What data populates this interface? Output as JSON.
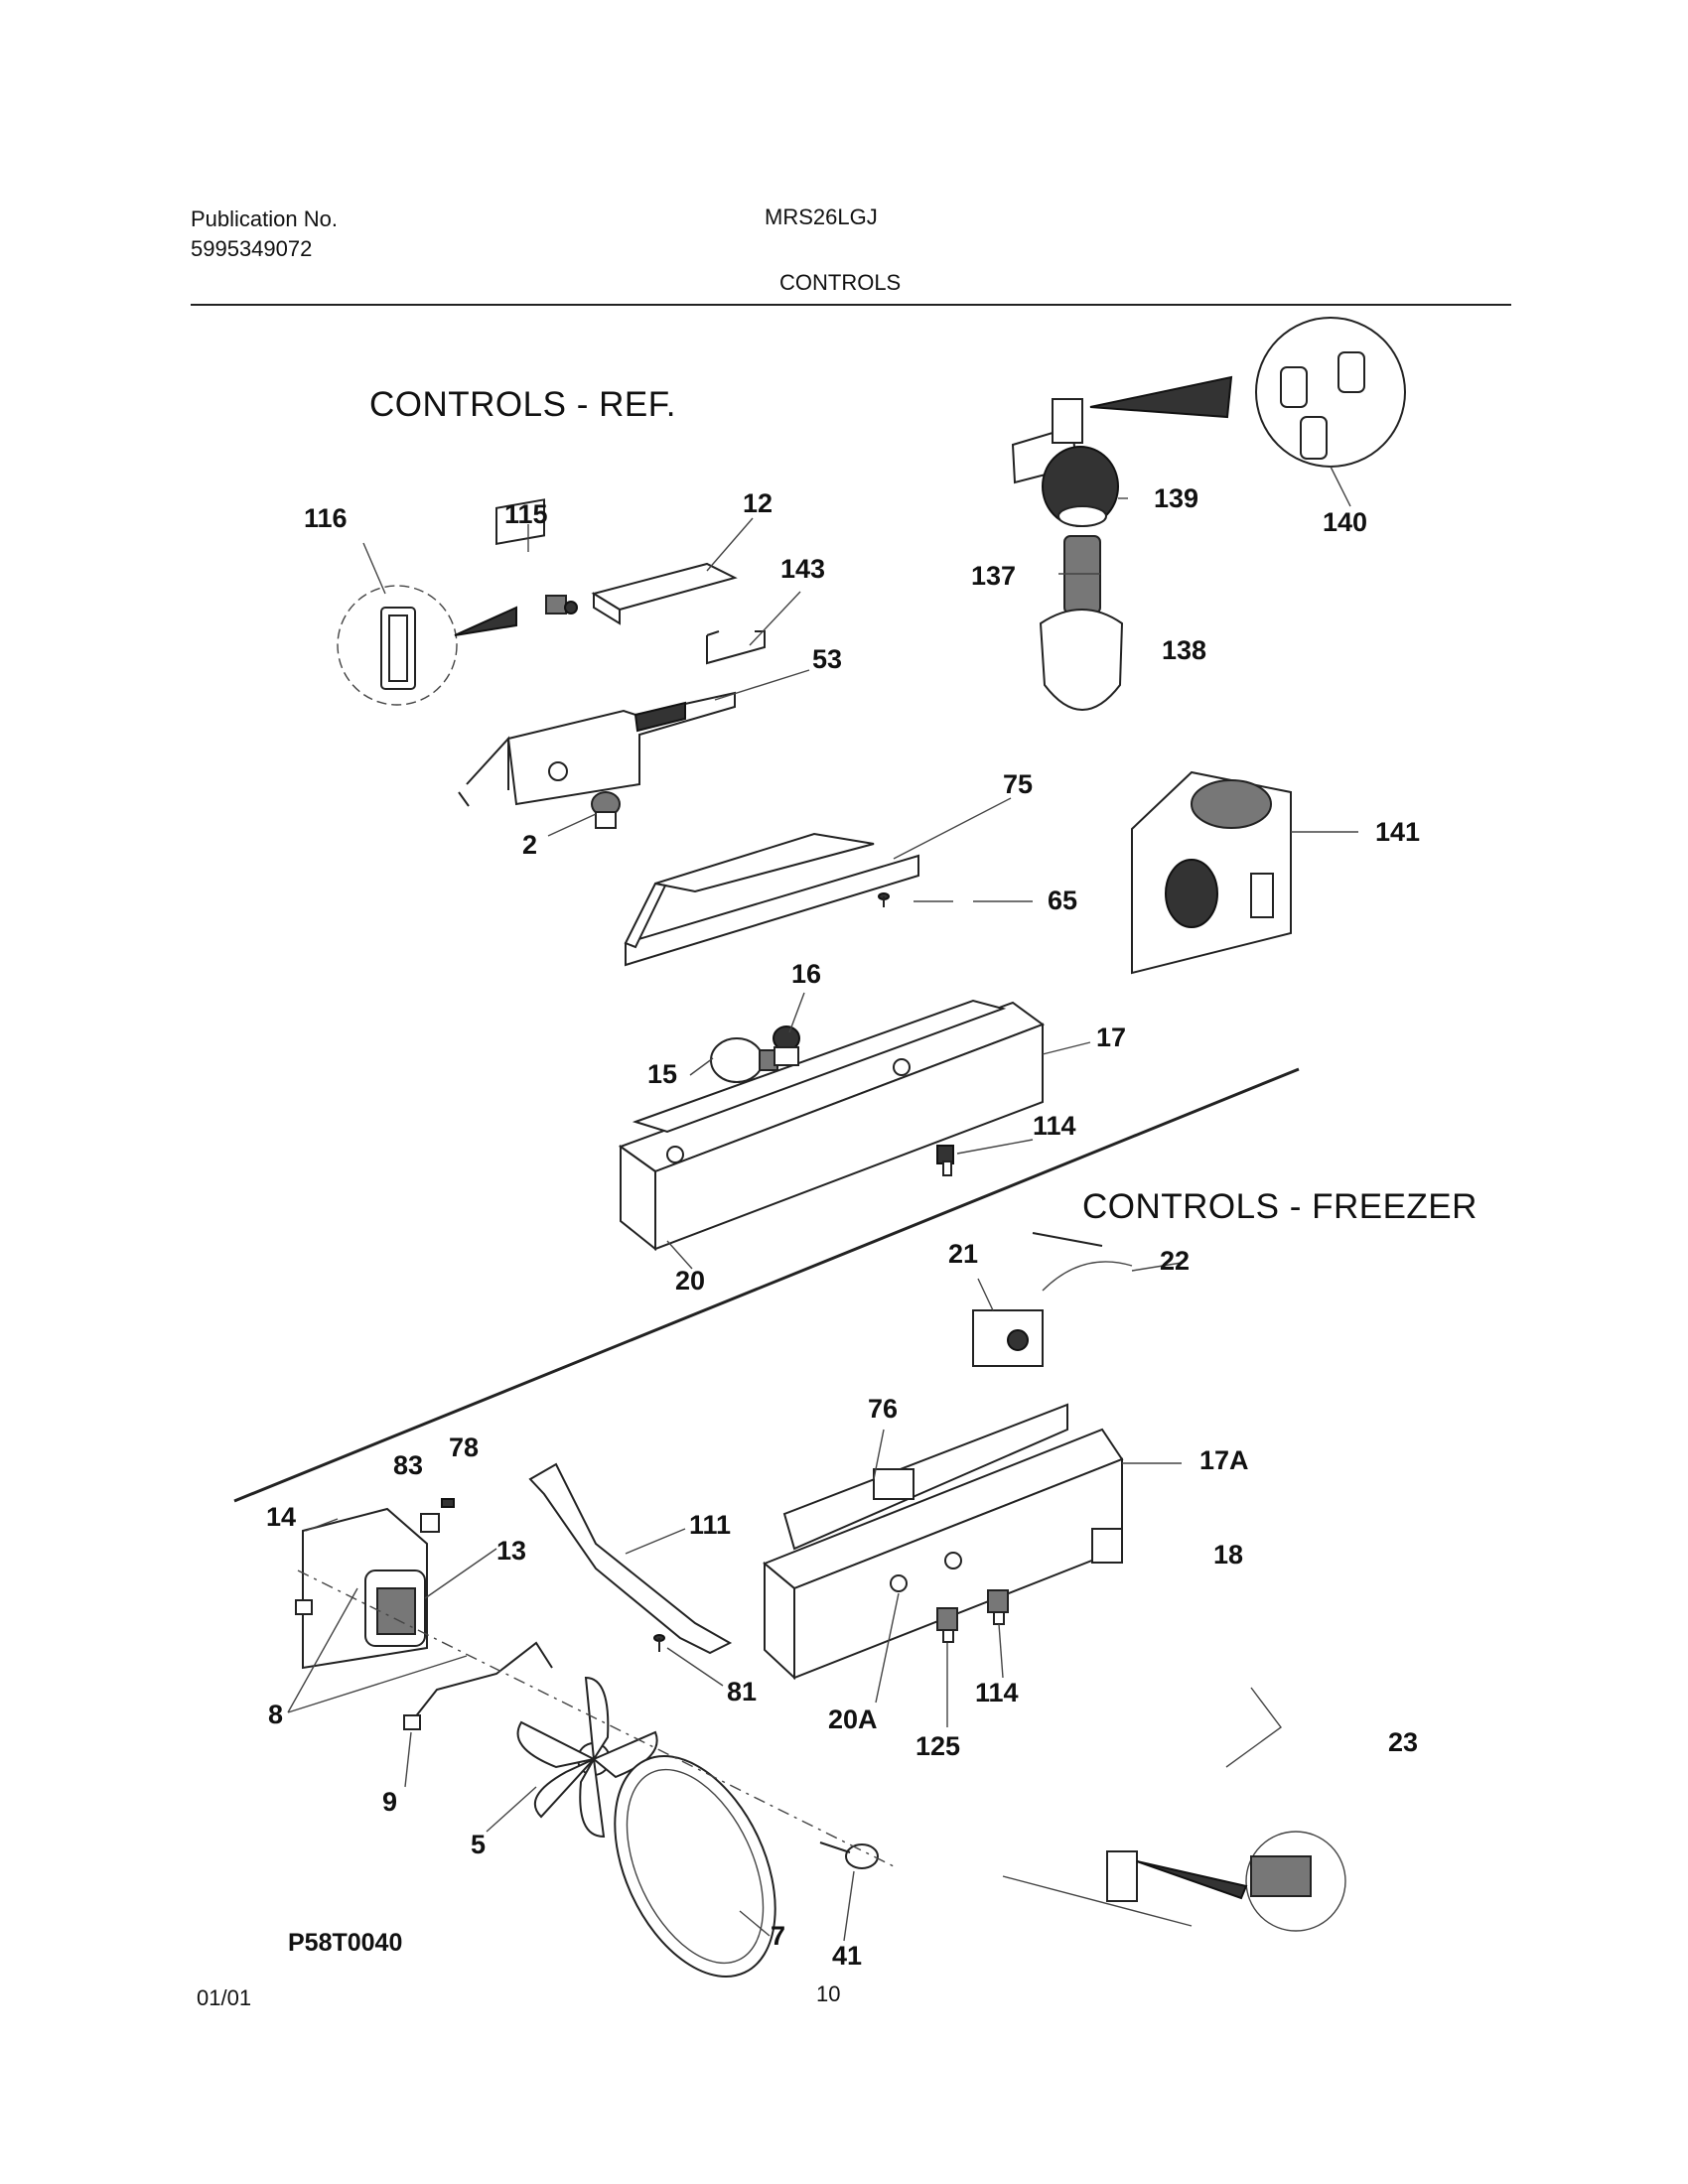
{
  "header": {
    "publication_label": "Publication No.",
    "publication_number": "5995349072",
    "model": "MRS26LGJ",
    "section_title": "CONTROLS"
  },
  "sections": {
    "refrigerator": "CONTROLS - REF.",
    "freezer": "CONTROLS - FREEZER"
  },
  "callouts": [
    "116",
    "115",
    "12",
    "143",
    "53",
    "2",
    "75",
    "65",
    "16",
    "15",
    "17",
    "114",
    "20",
    "139",
    "140",
    "137",
    "138",
    "141",
    "21",
    "22",
    "76",
    "17A",
    "18",
    "114",
    "125",
    "20A",
    "83",
    "78",
    "14",
    "13",
    "111",
    "81",
    "8",
    "9",
    "5",
    "7",
    "41",
    "23"
  ],
  "diagram_code": "P58T0040",
  "footer": {
    "date": "01/01",
    "page": "10"
  }
}
